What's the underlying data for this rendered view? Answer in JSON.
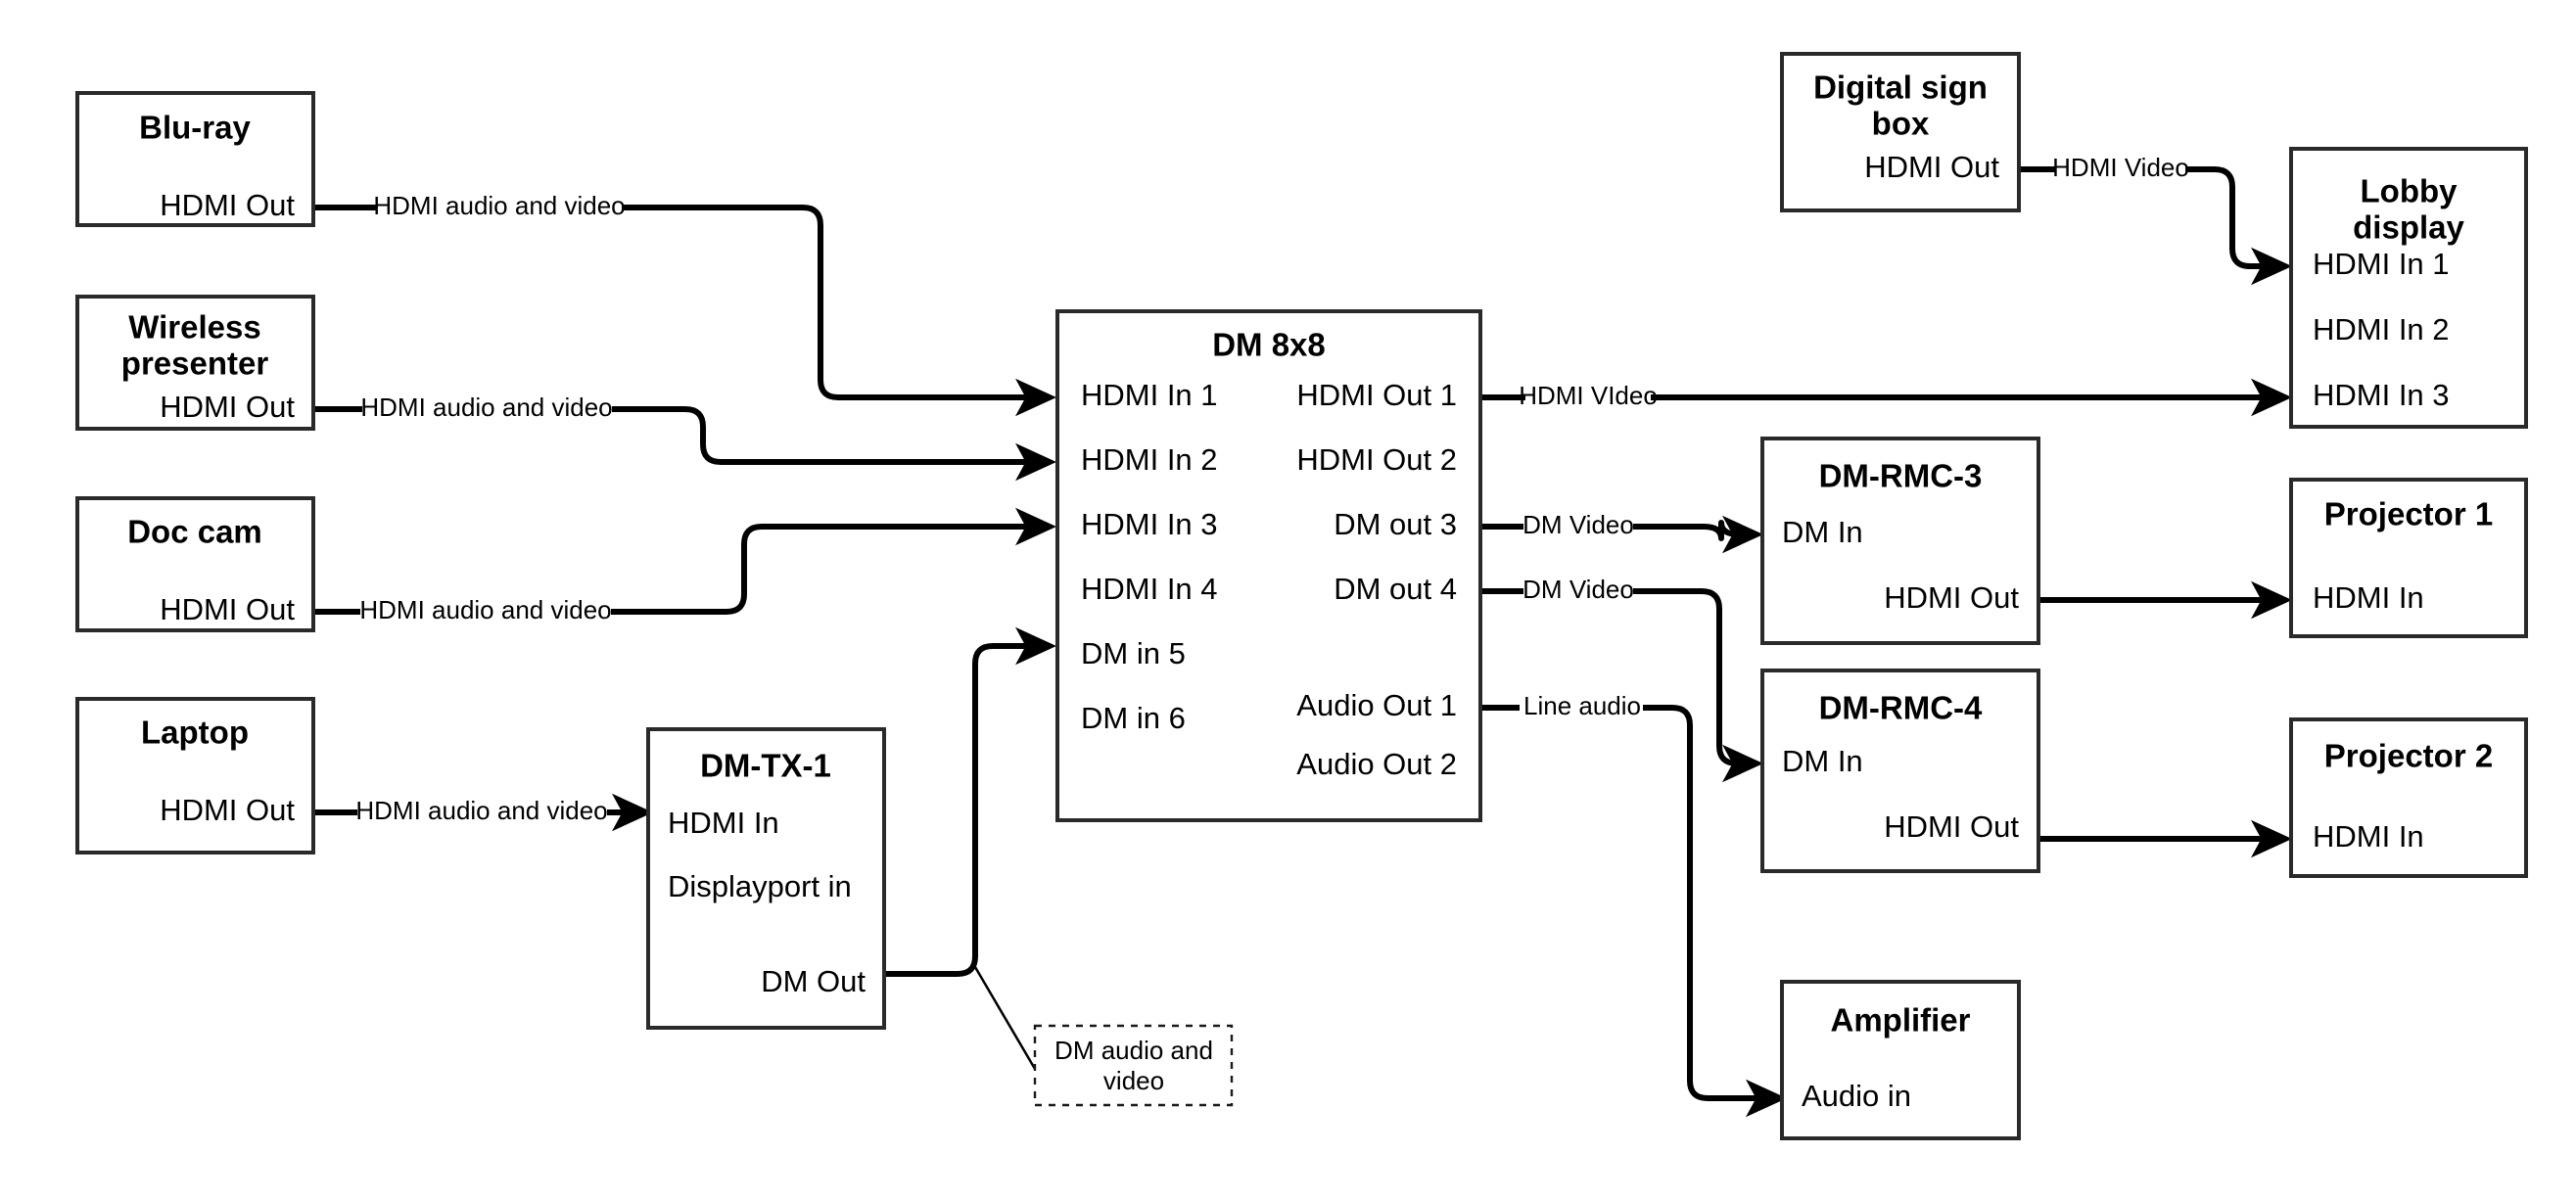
{
  "diagram": {
    "title": "AV signal flow diagram",
    "stroke_color": "#000000",
    "box_stroke_color": "#2a2a2a",
    "box_fill": "#ffffff",
    "background": "#ffffff"
  },
  "devices": {
    "bluray": {
      "title": "Blu-ray",
      "ports": {
        "out1": "HDMI Out"
      }
    },
    "wireless_presenter": {
      "title_line1": "Wireless",
      "title_line2": "presenter",
      "ports": {
        "out1": "HDMI Out"
      }
    },
    "doc_cam": {
      "title": "Doc cam",
      "ports": {
        "out1": "HDMI Out"
      }
    },
    "laptop": {
      "title": "Laptop",
      "ports": {
        "out1": "HDMI Out"
      }
    },
    "dm_tx_1": {
      "title": "DM-TX-1",
      "ports": {
        "in1": "HDMI In",
        "in2": "Displayport in",
        "out1": "DM Out"
      }
    },
    "dm_8x8": {
      "title": "DM 8x8",
      "inputs": [
        "HDMI In 1",
        "HDMI In 2",
        "HDMI In 3",
        "HDMI In 4",
        "DM in 5",
        "DM in 6"
      ],
      "outputs": [
        "HDMI Out 1",
        "HDMI Out 2",
        "DM out 3",
        "DM out 4",
        "Audio Out 1",
        "Audio Out 2"
      ]
    },
    "digital_sign_box": {
      "title_line1": "Digital sign",
      "title_line2": "box",
      "ports": {
        "out1": "HDMI Out"
      }
    },
    "lobby_display": {
      "title_line1": "Lobby",
      "title_line2": "display",
      "ports": {
        "in1": "HDMI In 1",
        "in2": "HDMI In 2",
        "in3": "HDMI In 3"
      }
    },
    "dm_rmc_3": {
      "title": "DM-RMC-3",
      "ports": {
        "in1": "DM In",
        "out1": "HDMI Out"
      }
    },
    "dm_rmc_4": {
      "title": "DM-RMC-4",
      "ports": {
        "in1": "DM In",
        "out1": "HDMI Out"
      }
    },
    "projector_1": {
      "title": "Projector 1",
      "ports": {
        "in1": "HDMI In"
      }
    },
    "projector_2": {
      "title": "Projector 2",
      "ports": {
        "in1": "HDMI In"
      }
    },
    "amplifier": {
      "title": "Amplifier",
      "ports": {
        "in1": "Audio in"
      }
    }
  },
  "connections": {
    "bluray_to_dm": "HDMI audio and video",
    "wireless_to_dm": "HDMI audio and video",
    "doccam_to_dm": "HDMI audio and video",
    "laptop_to_tx": "HDMI audio and video",
    "signbox_to_lobby": "HDMI Video",
    "dm_out1_to_lobby": "HDMI VIdeo",
    "dm_out3_to_rmc3": "DM Video",
    "dm_out4_to_rmc4": "DM Video",
    "dm_audio_to_amp": "Line audio"
  },
  "callouts": {
    "dm_tx_link": {
      "line1": "DM audio and",
      "line2": "video"
    }
  }
}
